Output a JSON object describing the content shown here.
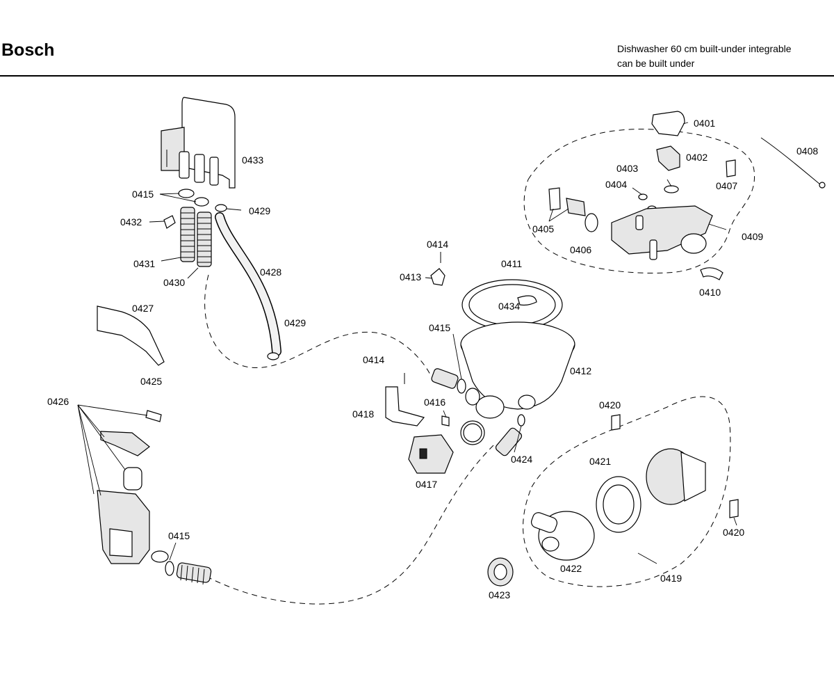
{
  "header": {
    "brand": "Bosch",
    "subtitle_line1": "Dishwasher 60 cm built-under integrable",
    "subtitle_line2": "can be built under"
  },
  "labels": {
    "p0401": "0401",
    "p0402": "0402",
    "p0403": "0403",
    "p0404": "0404",
    "p0405": "0405",
    "p0406": "0406",
    "p0407": "0407",
    "p0408": "0408",
    "p0409": "0409",
    "p0410": "0410",
    "p0411": "0411",
    "p0412": "0412",
    "p0413": "0413",
    "p0414a": "0414",
    "p0414b": "0414",
    "p0415a": "0415",
    "p0415b": "0415",
    "p0415c": "0415",
    "p0416": "0416",
    "p0417": "0417",
    "p0418": "0418",
    "p0419": "0419",
    "p0420a": "0420",
    "p0420b": "0420",
    "p0421": "0421",
    "p0422": "0422",
    "p0423": "0423",
    "p0424": "0424",
    "p0425": "0425",
    "p0426": "0426",
    "p0427": "0427",
    "p0428": "0428",
    "p0429a": "0429",
    "p0429b": "0429",
    "p0430": "0430",
    "p0431": "0431",
    "p0432": "0432",
    "p0433": "0433",
    "p0434": "0434"
  }
}
